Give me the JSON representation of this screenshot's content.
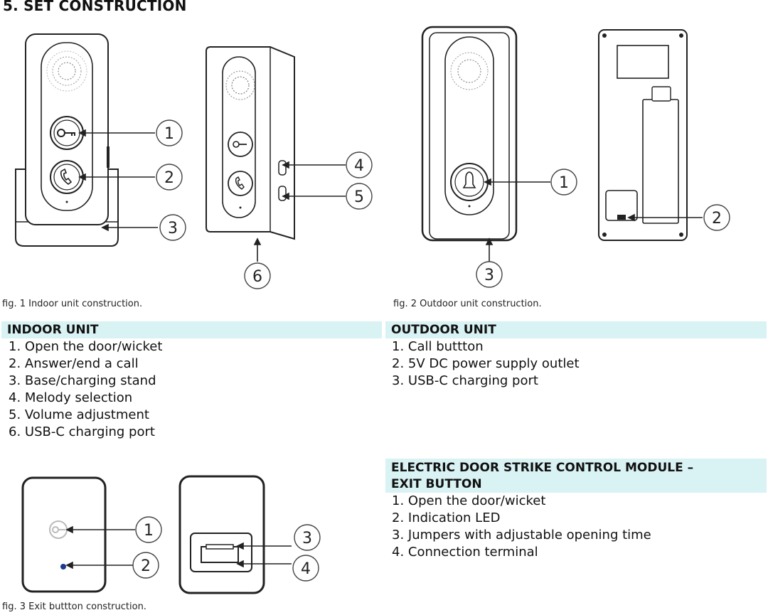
{
  "section_title": "5. SET CONSTRUCTION",
  "figures": {
    "fig1_caption": "fig. 1 Indoor unit construction.",
    "fig2_caption": "fig. 2 Outdoor unit construction.",
    "fig3_caption": "fig. 3 Exit buttton construction."
  },
  "callouts": {
    "fig1": [
      "1",
      "2",
      "3",
      "4",
      "5",
      "6"
    ],
    "fig2": [
      "1",
      "2",
      "3"
    ],
    "fig3": [
      "1",
      "2",
      "3",
      "4"
    ]
  },
  "indoor_unit": {
    "heading": "INDOOR UNIT",
    "items": [
      "1. Open the door/wicket",
      "2. Answer/end a call",
      "3. Base/charging stand",
      "4. Melody selection",
      "5. Volume adjustment",
      "6. USB-C charging port"
    ]
  },
  "outdoor_unit": {
    "heading": "OUTDOOR UNIT",
    "items": [
      "1. Call buttton",
      "2. 5V DC power supply outlet",
      "3. USB-C charging port"
    ]
  },
  "exit_button": {
    "heading_line1": "ELECTRIC DOOR STRIKE CONTROL MODULE –",
    "heading_line2": "EXIT BUTTON",
    "items": [
      "1. Open the door/wicket",
      "2. Indication LED",
      "3. Jumpers with adjustable opening time",
      "4. Connection terminal"
    ]
  },
  "colors": {
    "band": "#d9f2f4",
    "led": "#1e3a8a",
    "line": "#222222"
  }
}
